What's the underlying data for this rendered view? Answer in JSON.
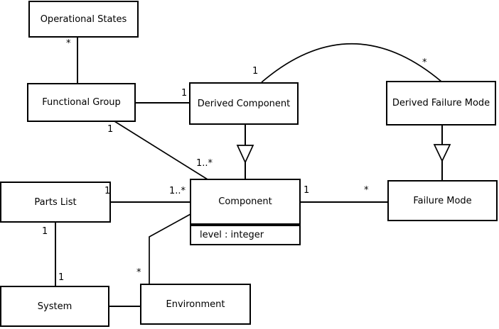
{
  "diagram": {
    "type": "uml-class-diagram",
    "colors": {
      "line": "#000000",
      "background": "#ffffff",
      "box_fill": "#ffffff",
      "text": "#000000"
    },
    "classes": {
      "operational_states": {
        "name": "Operational States"
      },
      "functional_group": {
        "name": "Functional Group"
      },
      "derived_component": {
        "name": "Derived Component"
      },
      "derived_failure_mode": {
        "name": "Derived Failure Mode"
      },
      "parts_list": {
        "name": "Parts List"
      },
      "component": {
        "name": "Component",
        "attributes": [
          "level : integer"
        ]
      },
      "failure_mode": {
        "name": "Failure Mode"
      },
      "system": {
        "name": "System"
      },
      "environment": {
        "name": "Environment"
      }
    },
    "multiplicities": {
      "operational_states_end": "*",
      "functional_group_to_derived_component": "1",
      "derived_component_arc_end": "1",
      "derived_failure_mode_arc_end": "*",
      "functional_group_diagonal_source": "1",
      "functional_group_diagonal_target": "1..*",
      "parts_list_to_component_source": "1",
      "parts_list_to_component_target": "1..*",
      "component_to_failure_mode_source": "1",
      "component_to_failure_mode_target": "*",
      "parts_list_to_system_source": "1",
      "parts_list_to_system_target": "1",
      "environment_to_component_end": "*"
    }
  }
}
